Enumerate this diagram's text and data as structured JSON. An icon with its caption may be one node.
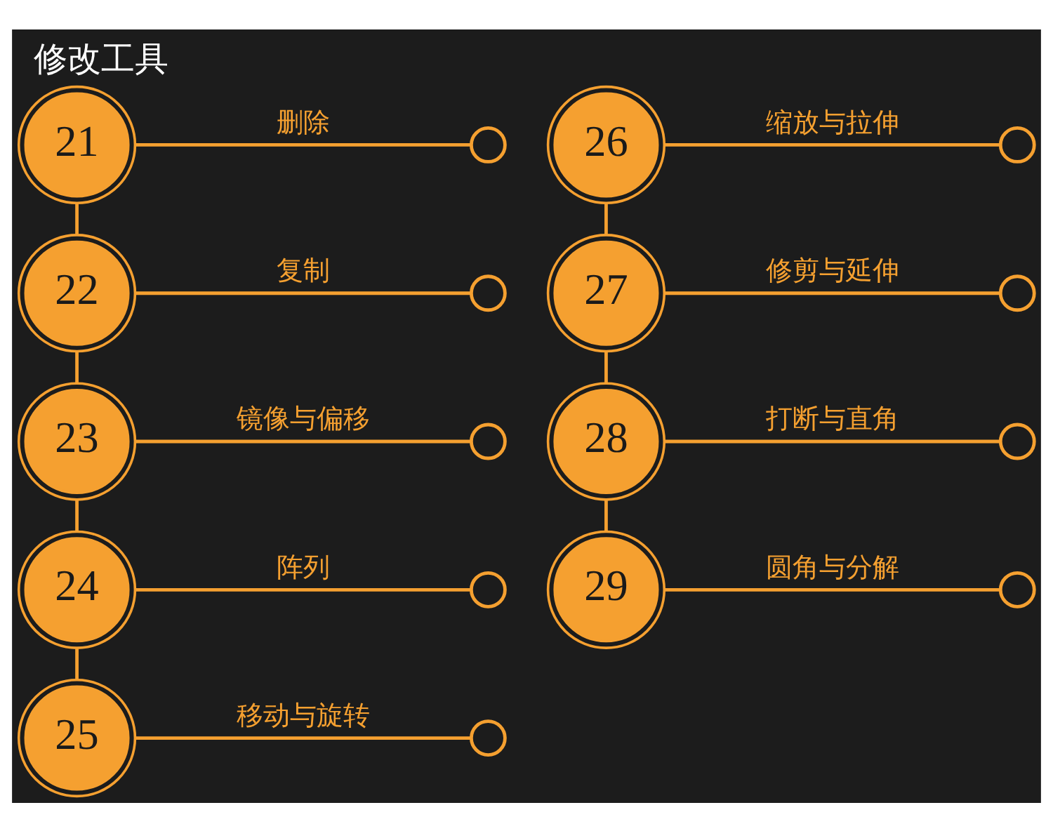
{
  "diagram": {
    "title": "修改工具",
    "nodes": [
      {
        "text": [
          "21"
        ]
      },
      {
        "text": [],
        "shape": "circle"
      },
      {
        "text": [
          "22"
        ]
      },
      {
        "text": [],
        "shape": "circle"
      },
      {
        "text": [
          "23"
        ]
      },
      {
        "text": [],
        "shape": "circle"
      },
      {
        "text": [
          "24"
        ]
      },
      {
        "text": [],
        "shape": "circle"
      },
      {
        "text": [
          "25"
        ]
      },
      {
        "text": [],
        "shape": "circle"
      },
      {
        "text": [
          "26"
        ]
      },
      {
        "text": [],
        "shape": "circle"
      },
      {
        "text": [
          "27"
        ]
      },
      {
        "text": [],
        "shape": "circle"
      },
      {
        "text": [
          "28"
        ]
      },
      {
        "text": [],
        "shape": "circle"
      },
      {
        "text": [
          "29"
        ]
      },
      {
        "text": [],
        "shape": "circle"
      }
    ],
    "edges": [
      {
        "from": 0,
        "to": 1,
        "arrow": "none",
        "label": "删除"
      },
      {
        "from": 2,
        "to": 3,
        "arrow": "none",
        "label": "复制"
      },
      {
        "from": 4,
        "to": 5,
        "arrow": "none",
        "label": "镜像与偏移"
      },
      {
        "from": 6,
        "to": 7,
        "arrow": "none",
        "label": "阵列"
      },
      {
        "from": 8,
        "to": 9,
        "arrow": "none",
        "label": "移动与旋转"
      },
      {
        "from": 10,
        "to": 11,
        "arrow": "none",
        "label": "缩放与拉伸"
      },
      {
        "from": 12,
        "to": 13,
        "arrow": "none",
        "label": "修剪与延伸"
      },
      {
        "from": 14,
        "to": 15,
        "arrow": "none",
        "label": "打断与直角"
      },
      {
        "from": 16,
        "to": 17,
        "arrow": "none",
        "label": "圆角与分解"
      },
      {
        "from": 0,
        "to": 2,
        "arrow": "none"
      },
      {
        "from": 2,
        "to": 4,
        "arrow": "none"
      },
      {
        "from": 4,
        "to": 6,
        "arrow": "none"
      },
      {
        "from": 6,
        "to": 8,
        "arrow": "none"
      },
      {
        "from": 10,
        "to": 12,
        "arrow": "none"
      },
      {
        "from": 12,
        "to": 14,
        "arrow": "none"
      },
      {
        "from": 14,
        "to": 16,
        "arrow": "none"
      }
    ]
  }
}
